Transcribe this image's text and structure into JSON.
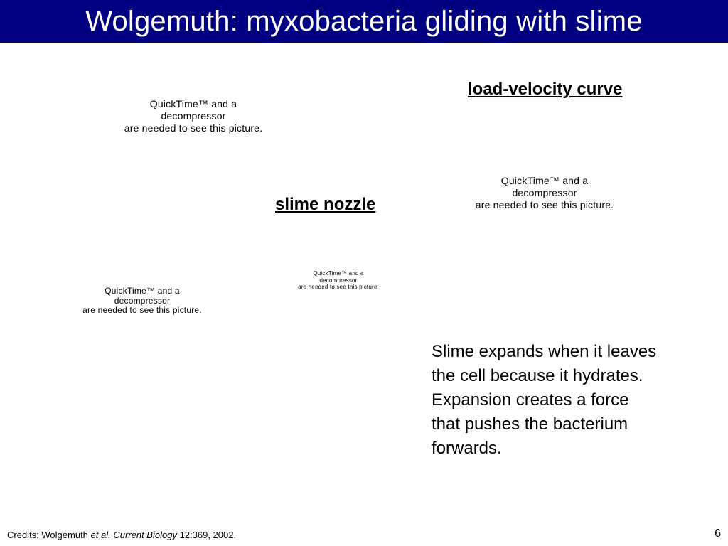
{
  "slide": {
    "title": "Wolgemuth: myxobacteria gliding with slime",
    "headings": {
      "load_velocity": "load-velocity curve",
      "slime_nozzle": "slime nozzle"
    },
    "placeholders": [
      {
        "line1": "QuickTime™ and a",
        "line2": "decompressor",
        "line3": "are needed to see this picture."
      },
      {
        "line1": "QuickTime™ and a",
        "line2": "decompressor",
        "line3": "are needed to see this picture."
      },
      {
        "line1": "QuickTime™ and a",
        "line2": "decompressor",
        "line3": "are needed to see this picture."
      },
      {
        "line1": "QuickTime™ and a",
        "line2": "decompressor",
        "line3": "are needed to see this picture."
      }
    ],
    "body_lines": [
      "Slime expands when it leaves",
      "the cell because it hydrates.",
      "Expansion creates a force",
      "that pushes the bacterium",
      "forwards."
    ],
    "credits": {
      "prefix": "Credits: Wolgemuth ",
      "etal": "et al.",
      "journal": "Current Biology",
      "citation": " 12:369, 2002."
    },
    "page_number": "6"
  },
  "colors": {
    "title_bar": "#000080",
    "title_text": "#ffffff"
  }
}
